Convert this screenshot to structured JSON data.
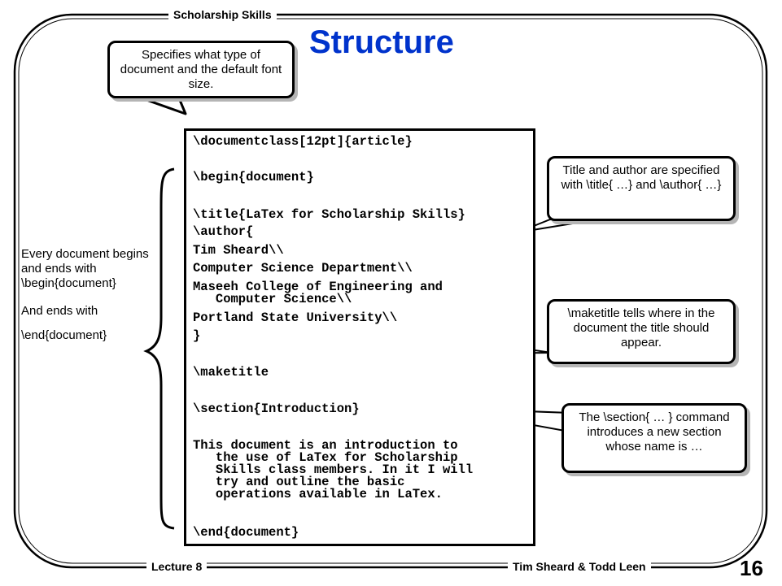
{
  "header": {
    "course": "Scholarship Skills",
    "lecture": "Lecture 8",
    "authors": "Tim Sheard & Todd Leen",
    "page_number": "16"
  },
  "slide": {
    "title": "Structure"
  },
  "callouts": {
    "documentclass": "Specifies what type of document and the default font size.",
    "title_author": "Title and author are specified with \\title{ …} and \\author{ …}",
    "maketitle": "\\maketitle tells where in the document the title should appear.",
    "section": "The \\section{ … } command introduces a new section whose name is …"
  },
  "side_note": {
    "line1": "Every document begins\nand ends with\n\\begin{document}",
    "line2": "And ends with",
    "line3": "\\end{document}"
  },
  "code": {
    "documentclass": "\\documentclass[12pt]{article}",
    "begin": "\\begin{document}",
    "title": "\\title{LaTex for Scholarship Skills}",
    "author_open": "\\author{",
    "author_name": "Tim Sheard\\\\",
    "dept": "Computer Science Department\\\\",
    "college": "Maseeh College of Engineering and\n   Computer Science\\\\",
    "university": "Portland State University\\\\",
    "author_close": "}",
    "maketitle": "\\maketitle",
    "section": "\\section{Introduction}",
    "body": "This document is an introduction to\n   the use of LaTex for Scholarship\n   Skills class members. In it I will\n   try and outline the basic\n   operations available in LaTex.",
    "end": "\\end{document}"
  }
}
